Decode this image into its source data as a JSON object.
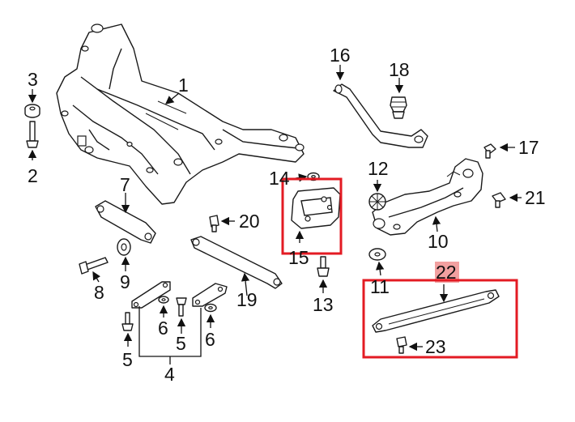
{
  "callouts": {
    "n1": "1",
    "n2": "2",
    "n3": "3",
    "n4": "4",
    "n5a": "5",
    "n5b": "5",
    "n6a": "6",
    "n6b": "6",
    "n7": "7",
    "n8": "8",
    "n9": "9",
    "n10": "10",
    "n11": "11",
    "n12": "12",
    "n13": "13",
    "n14": "14",
    "n15": "15",
    "n16": "16",
    "n17": "17",
    "n18": "18",
    "n19": "19",
    "n20": "20",
    "n21": "21",
    "n22": "22",
    "n23": "23"
  },
  "highlight": {
    "box_color": "#e31b23",
    "label_bg": "#f2a0a0"
  }
}
